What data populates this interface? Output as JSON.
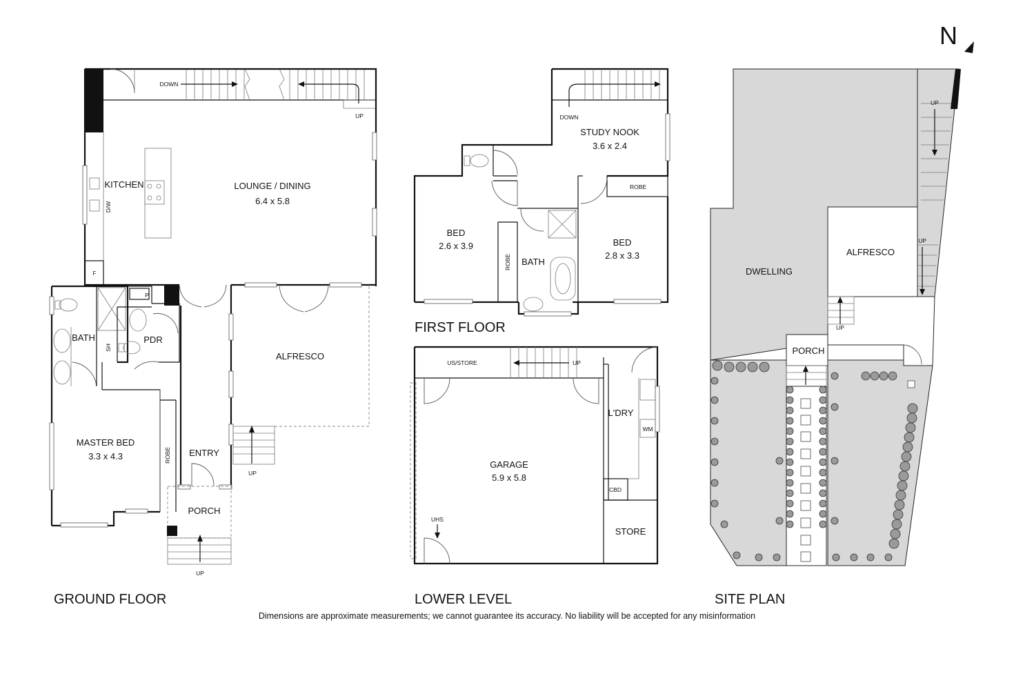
{
  "north_label": "N",
  "ground_floor": {
    "title": "GROUND FLOOR",
    "rooms": {
      "kitchen": "KITCHEN",
      "dw": "D/W",
      "fridge": "F",
      "lounge_name": "LOUNGE / DINING",
      "lounge_dim": "6.4 x 5.8",
      "pantry": "P",
      "bath": "BATH",
      "shower": "SH",
      "powder": "PDR",
      "alfresco": "ALFRESCO",
      "master_name": "MASTER BED",
      "master_dim": "3.3 x 4.3",
      "robe": "ROBE",
      "entry": "ENTRY",
      "porch": "PORCH"
    },
    "stairs": {
      "down": "DOWN",
      "up_top": "UP",
      "up_alfresco": "UP",
      "up_porch": "UP"
    }
  },
  "first_floor": {
    "title": "FIRST FLOOR",
    "rooms": {
      "study_name": "STUDY NOOK",
      "study_dim": "3.6 x 2.4",
      "down": "DOWN",
      "robe_right": "ROBE",
      "bed1_name": "BED",
      "bed1_dim": "2.6 x 3.9",
      "robe_left": "ROBE",
      "bath": "BATH",
      "bed2_name": "BED",
      "bed2_dim": "2.8 x 3.3"
    }
  },
  "lower_level": {
    "title": "LOWER LEVEL",
    "rooms": {
      "us_store": "US/STORE",
      "up": "UP",
      "laundry": "L'DRY",
      "wm": "WM",
      "garage_name": "GARAGE",
      "garage_dim": "5.9 x 5.8",
      "cbd": "CBD",
      "uhs": "UHS",
      "store": "STORE"
    }
  },
  "site_plan": {
    "title": "SITE PLAN",
    "labels": {
      "dwelling": "DWELLING",
      "alfresco": "ALFRESCO",
      "porch": "PORCH",
      "up1": "UP",
      "up2": "UP",
      "up3": "UP",
      "up4": "UP"
    }
  },
  "disclaimer": "Dimensions are approximate measurements; we cannot guarantee its accuracy. No liability will be accepted for any misinformation"
}
